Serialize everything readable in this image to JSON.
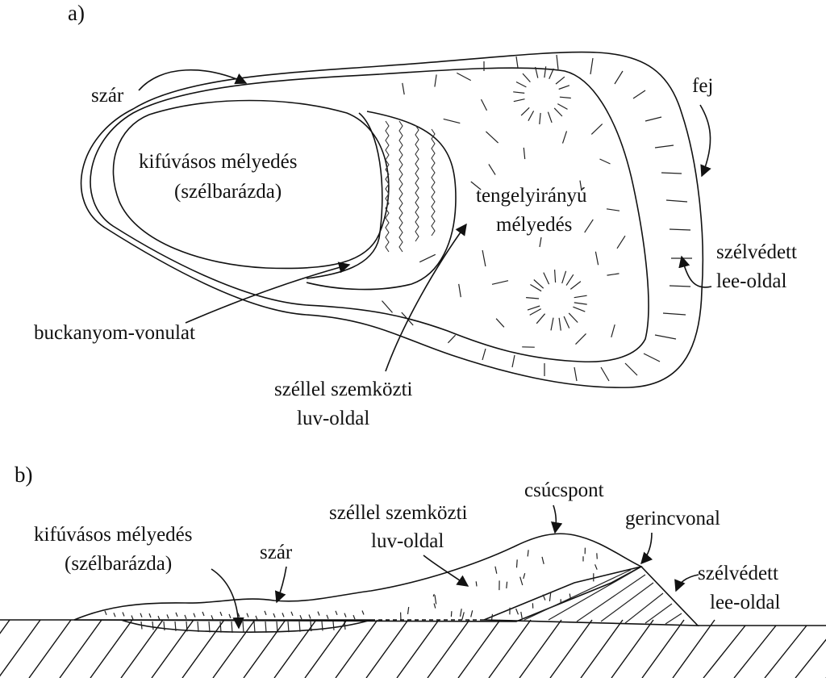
{
  "panel_a": {
    "label": "a)",
    "labels": {
      "szar": "szár",
      "fej": "fej",
      "kifuvasos_1": "kifúvásos mélyedés",
      "kifuvasos_2": "(szélbarázda)",
      "tengely_1": "tengelyirányú",
      "tengely_2": "mélyedés",
      "szelvedett_1": "szélvédett",
      "szelvedett_2": "lee-oldal",
      "buckanyom": "buckanyom-vonulat",
      "luv_1": "széllel szemközti",
      "luv_2": "luv-oldal"
    }
  },
  "panel_b": {
    "label": "b)",
    "labels": {
      "csucspont": "csúcspont",
      "luv_1": "széllel szemközti",
      "luv_2": "luv-oldal",
      "gerinc": "gerincvonal",
      "kifuvasos_1": "kifúvásos mélyedés",
      "kifuvasos_2": "(szélbarázda)",
      "szar": "szár",
      "szelvedett_1": "szélvédett",
      "szelvedett_2": "lee-oldal"
    }
  },
  "colors": {
    "sand": "#f7e21e",
    "lee_side": "#bfa21d",
    "deflation_hollow": "#d2e03e",
    "outline": "#111111"
  }
}
